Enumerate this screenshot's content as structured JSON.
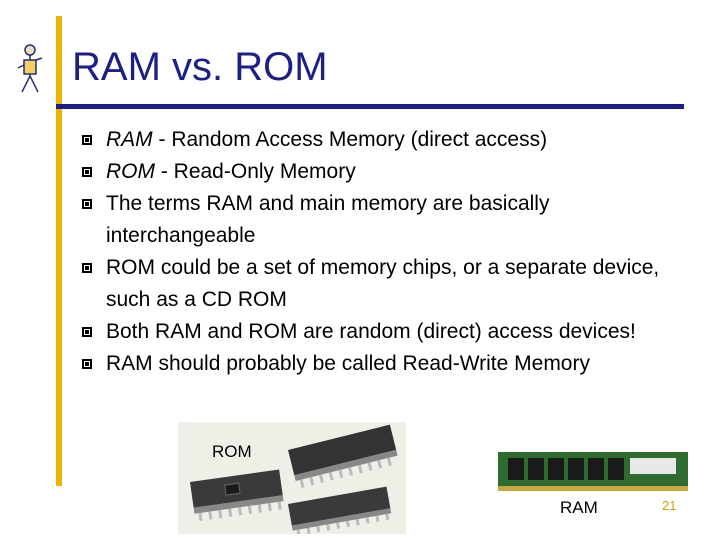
{
  "slide": {
    "title": "RAM vs. ROM",
    "bullets": [
      {
        "em": "RAM",
        "text": " -  Random Access Memory (direct access)"
      },
      {
        "em": "ROM",
        "text": " -  Read-Only Memory"
      },
      {
        "em": "",
        "text": "The terms RAM and main memory are basically interchangeable"
      },
      {
        "em": "",
        "text": "ROM could be a set of memory chips, or a separate device, such as a CD ROM"
      },
      {
        "em": "",
        "text": "Both RAM and ROM are random (direct) access devices!"
      },
      {
        "em": "",
        "text": "RAM should probably be called Read-Write Memory"
      }
    ],
    "rom_label": "ROM",
    "ram_label": "RAM",
    "page_number": "21"
  },
  "colors": {
    "title": "#1c1f86",
    "accent_bar": "#f0b000",
    "rule": "#1c1f86",
    "page_number": "#c7a200"
  },
  "icons": [
    "stick-figure-logo-icon",
    "rom-chips-image",
    "ram-module-image"
  ]
}
